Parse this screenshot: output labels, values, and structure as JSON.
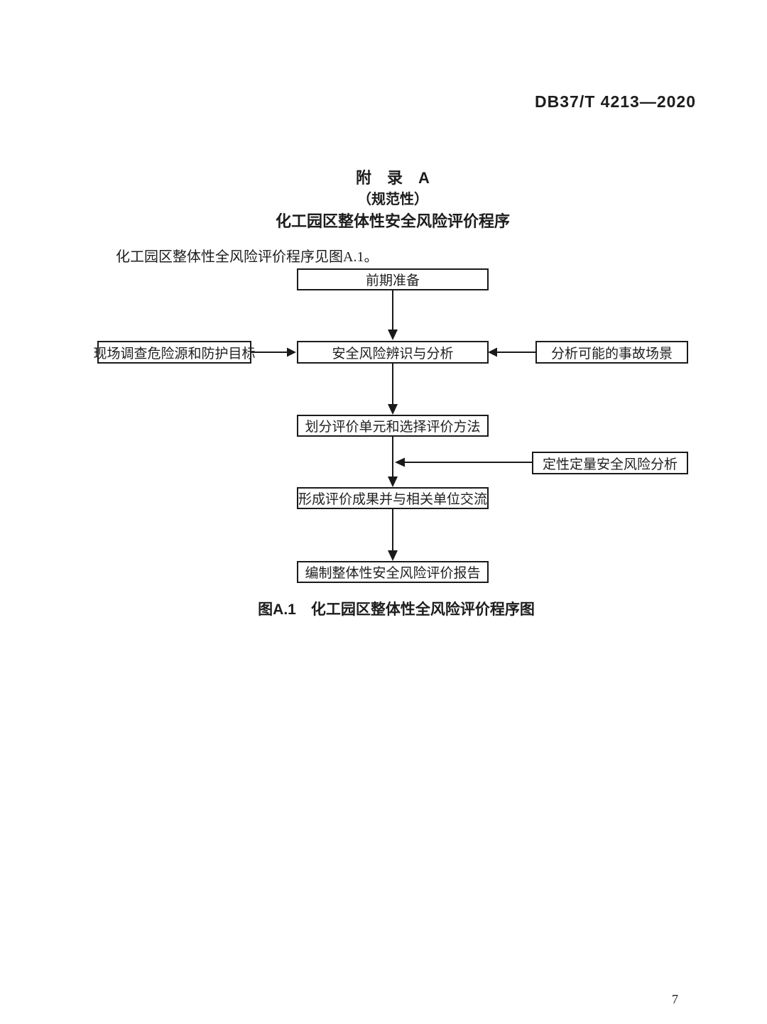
{
  "header": {
    "doc_number": "DB37/T 4213—2020"
  },
  "appendix": {
    "title": "附　录　A",
    "subtitle": "（规范性）",
    "heading": "化工园区整体性安全风险评价程序",
    "intro": "化工园区整体性全风险评价程序见图A.1。"
  },
  "flowchart": {
    "nodes": {
      "prep": "前期准备",
      "survey": "现场调查危险源和防护目标",
      "identify": "安全风险辨识与分析",
      "scenario": "分析可能的事故场景",
      "units": "划分评价单元和选择评价方法",
      "qual": "定性定量安全风险分析",
      "results": "形成评价成果并与相关单位交流",
      "report": "编制整体性安全风险评价报告"
    },
    "caption": "图A.1　化工园区整体性全风险评价程序图"
  },
  "footer": {
    "page_number": "7"
  },
  "colors": {
    "ink": "#1c1c1c",
    "line": "#1a1a1a",
    "background": "#ffffff"
  }
}
